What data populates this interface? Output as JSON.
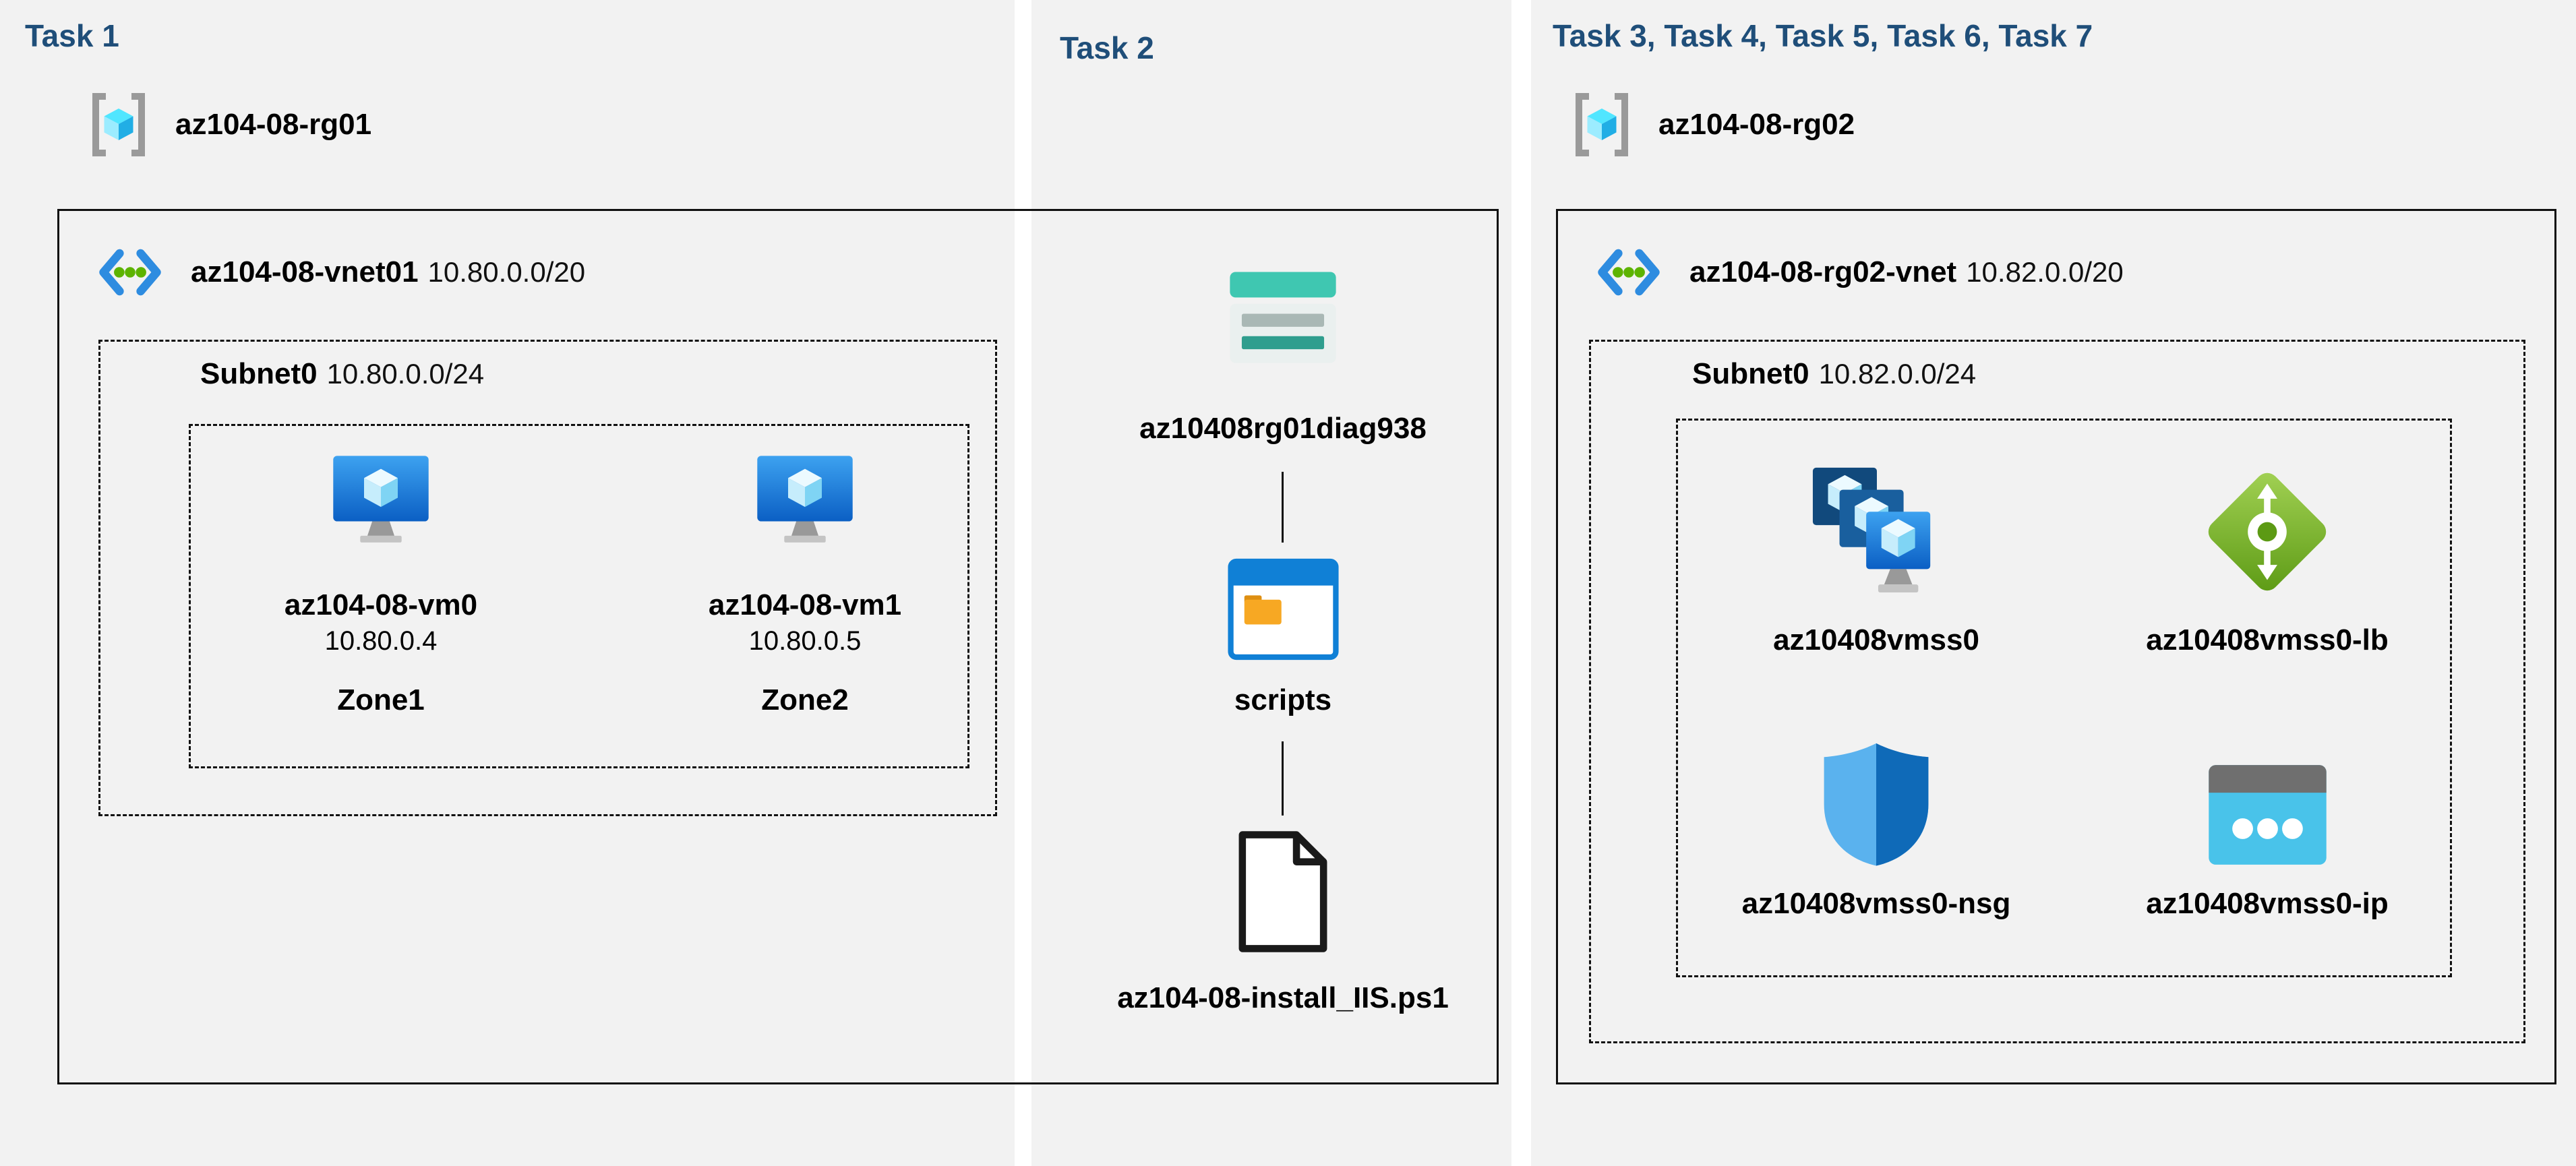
{
  "colors": {
    "panel_bg": "#f2f2f2",
    "title_text": "#1f4e79",
    "body_text": "#000000",
    "border": "#111111",
    "vnet_blue": "#2e8ce0",
    "vnet_dot_green": "#5db300",
    "storage_teal": "#3fc7b1",
    "lb_green": "#5c9a14",
    "ip_cyan": "#49c3ea"
  },
  "task1": {
    "title": "Task 1",
    "resource_group": {
      "name": "az104-08-rg01",
      "icon": "resource-group-icon"
    },
    "vnet": {
      "name": "az104-08-vnet01",
      "cidr": "10.80.0.0/20",
      "icon": "virtual-network-icon"
    },
    "subnet": {
      "name": "Subnet0",
      "cidr": "10.80.0.0/24"
    },
    "vms": [
      {
        "name": "az104-08-vm0",
        "ip": "10.80.0.4",
        "zone": "Zone1",
        "icon": "virtual-machine-icon"
      },
      {
        "name": "az104-08-vm1",
        "ip": "10.80.0.5",
        "zone": "Zone2",
        "icon": "virtual-machine-icon"
      }
    ]
  },
  "task2": {
    "title": "Task 2",
    "storage_account": {
      "name": "az10408rg01diag938",
      "icon": "storage-account-icon"
    },
    "container": {
      "name": "scripts",
      "icon": "blob-container-icon"
    },
    "script_file": {
      "name": "az104-08-install_IIS.ps1",
      "icon": "file-icon"
    }
  },
  "task3": {
    "title": "Task 3, Task 4, Task 5, Task 6, Task 7",
    "resource_group": {
      "name": "az104-08-rg02",
      "icon": "resource-group-icon"
    },
    "vnet": {
      "name": "az104-08-rg02-vnet",
      "cidr": "10.82.0.0/20",
      "icon": "virtual-network-icon"
    },
    "subnet": {
      "name": "Subnet0",
      "cidr": "10.82.0.0/24"
    },
    "resources": [
      {
        "name": "az10408vmss0",
        "type": "vm-scale-set",
        "icon": "vmss-icon"
      },
      {
        "name": "az10408vmss0-lb",
        "type": "load-balancer",
        "icon": "load-balancer-icon"
      },
      {
        "name": "az10408vmss0-nsg",
        "type": "network-security-group",
        "icon": "nsg-icon"
      },
      {
        "name": "az10408vmss0-ip",
        "type": "public-ip-address",
        "icon": "public-ip-icon"
      }
    ]
  }
}
